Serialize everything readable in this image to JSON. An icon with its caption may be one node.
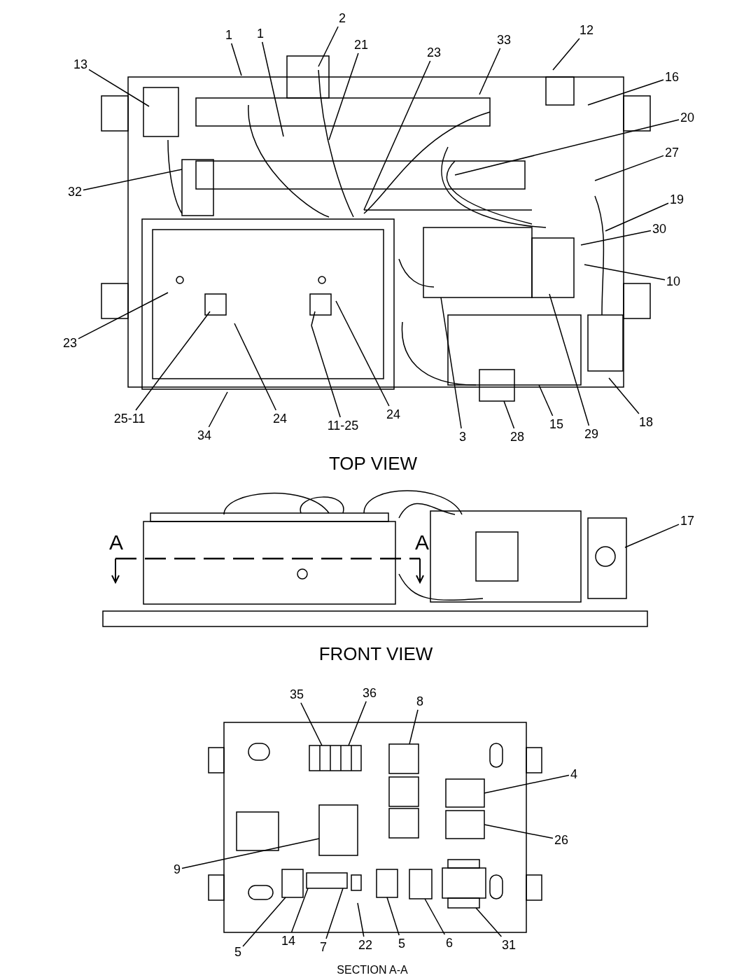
{
  "diagram": {
    "nodes": [
      {
        "text": [
          "1"
        ]
      },
      {
        "text": [
          "1"
        ]
      },
      {
        "text": [
          "2"
        ]
      },
      {
        "text": [
          "21"
        ]
      },
      {
        "text": [
          "23"
        ]
      },
      {
        "text": [
          "33"
        ]
      },
      {
        "text": [
          "12"
        ]
      },
      {
        "text": [
          "13"
        ]
      },
      {
        "text": [
          "16"
        ]
      },
      {
        "text": [
          "20"
        ]
      },
      {
        "text": [
          "27"
        ]
      },
      {
        "text": [
          "32"
        ]
      },
      {
        "text": [
          "19"
        ]
      },
      {
        "text": [
          "30"
        ]
      },
      {
        "text": [
          "10"
        ]
      },
      {
        "text": [
          "23"
        ]
      },
      {
        "text": [
          "25-11"
        ]
      },
      {
        "text": [
          "24"
        ]
      },
      {
        "text": [
          "11-25"
        ]
      },
      {
        "text": [
          "24"
        ]
      },
      {
        "text": [
          "34"
        ]
      },
      {
        "text": [
          "3"
        ]
      },
      {
        "text": [
          "28"
        ]
      },
      {
        "text": [
          "15"
        ]
      },
      {
        "text": [
          "29"
        ]
      },
      {
        "text": [
          "18"
        ]
      },
      {
        "text": [
          "17"
        ]
      },
      {
        "text": [
          "35"
        ]
      },
      {
        "text": [
          "36"
        ]
      },
      {
        "text": [
          "8"
        ]
      },
      {
        "text": [
          "4"
        ]
      },
      {
        "text": [
          "26"
        ]
      },
      {
        "text": [
          "9"
        ]
      },
      {
        "text": [
          "5"
        ]
      },
      {
        "text": [
          "14"
        ]
      },
      {
        "text": [
          "7"
        ]
      },
      {
        "text": [
          "22"
        ]
      },
      {
        "text": [
          "5"
        ]
      },
      {
        "text": [
          "6"
        ]
      },
      {
        "text": [
          "31"
        ]
      }
    ],
    "edges": [
      {
        "from": 0,
        "to": null,
        "arrow": "none"
      },
      {
        "from": 1,
        "to": null,
        "arrow": "none"
      },
      {
        "from": 2,
        "to": null,
        "arrow": "none"
      },
      {
        "from": 3,
        "to": null,
        "arrow": "none"
      },
      {
        "from": 4,
        "to": null,
        "arrow": "none"
      },
      {
        "from": 5,
        "to": null,
        "arrow": "none"
      },
      {
        "from": 6,
        "to": null,
        "arrow": "none"
      },
      {
        "from": 7,
        "to": null,
        "arrow": "none"
      },
      {
        "from": 8,
        "to": null,
        "arrow": "none"
      },
      {
        "from": 9,
        "to": null,
        "arrow": "none"
      },
      {
        "from": 10,
        "to": null,
        "arrow": "none"
      },
      {
        "from": 11,
        "to": null,
        "arrow": "none"
      },
      {
        "from": 12,
        "to": null,
        "arrow": "none"
      },
      {
        "from": 13,
        "to": null,
        "arrow": "none"
      },
      {
        "from": 14,
        "to": null,
        "arrow": "none"
      },
      {
        "from": 15,
        "to": null,
        "arrow": "none"
      },
      {
        "from": 16,
        "to": null,
        "arrow": "none"
      },
      {
        "from": 17,
        "to": null,
        "arrow": "none"
      },
      {
        "from": 18,
        "to": null,
        "arrow": "none"
      },
      {
        "from": 19,
        "to": null,
        "arrow": "none"
      },
      {
        "from": 20,
        "to": null,
        "arrow": "none"
      },
      {
        "from": 21,
        "to": null,
        "arrow": "none"
      },
      {
        "from": 22,
        "to": null,
        "arrow": "none"
      },
      {
        "from": 23,
        "to": null,
        "arrow": "none"
      },
      {
        "from": 24,
        "to": null,
        "arrow": "none"
      },
      {
        "from": 25,
        "to": null,
        "arrow": "none"
      },
      {
        "from": 26,
        "to": null,
        "arrow": "none"
      },
      {
        "from": 27,
        "to": null,
        "arrow": "none"
      },
      {
        "from": 28,
        "to": null,
        "arrow": "none"
      },
      {
        "from": 29,
        "to": null,
        "arrow": "none"
      },
      {
        "from": 30,
        "to": null,
        "arrow": "none"
      },
      {
        "from": 31,
        "to": null,
        "arrow": "none"
      },
      {
        "from": 32,
        "to": null,
        "arrow": "none"
      },
      {
        "from": 33,
        "to": null,
        "arrow": "none"
      },
      {
        "from": 34,
        "to": null,
        "arrow": "none"
      },
      {
        "from": 35,
        "to": null,
        "arrow": "none"
      },
      {
        "from": 36,
        "to": null,
        "arrow": "none"
      },
      {
        "from": 37,
        "to": null,
        "arrow": "none"
      },
      {
        "from": 38,
        "to": null,
        "arrow": "none"
      },
      {
        "from": 39,
        "to": null,
        "arrow": "none"
      }
    ],
    "labels": [
      "TOP VIEW",
      "A",
      "A",
      "FRONT VIEW",
      "SECTION A-A"
    ]
  }
}
